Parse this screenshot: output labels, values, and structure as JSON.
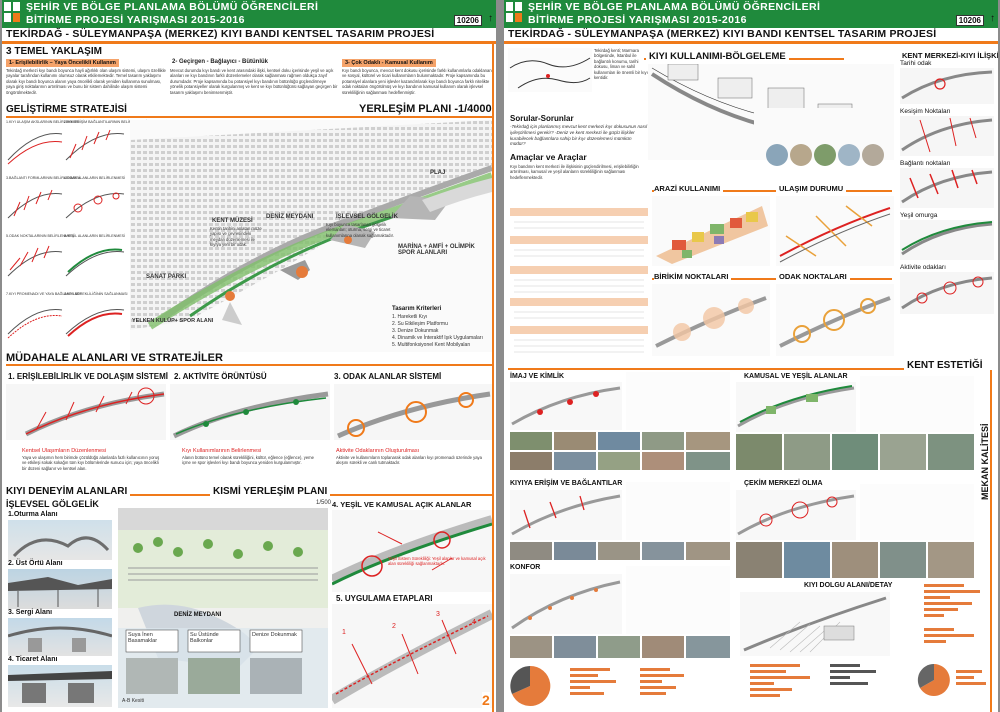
{
  "header": {
    "line1": "ŞEHİR VE BÖLGE PLANLAMA BÖLÜMÜ ÖĞRENCİLERİ",
    "line2": "BİTİRME PROJESİ YARIŞMASI 2015-2016",
    "sheet_no": "10206",
    "title": "TEKİRDAĞ - SÜLEYMANPAŞA (MERKEZ) KIYI BANDI KENTSEL TASARIM PROJESİ"
  },
  "left": {
    "approach_title": "3 TEMEL YAKLAŞIM",
    "approaches": [
      {
        "label": "1- Erişilebilirlik – Yaya Öncelikli Kullanım",
        "text": "Tekirdağ merkezi kıyı bandı boyunca hayli ağırlıklı olan ulaşım sistemi, ulaşım özellikle yayalar tarafından kullanımı olumsuz olarak etkilemektedir. Temel tasarım yaklaşımı olarak kıyı bandı boyunca alanın yaya öncelikli olarak yeniden kullanıma sunulması, yaya giriş noktalarının artırılması ve bunu bir sistem dahilinde ulaşım sistemi öngörülmektedir."
      },
      {
        "label": "2- Geçirgen - Bağlayıcı - Bütünlük",
        "text": "Mevcut durumda kıyı bandı ve kent arasındaki ilişki, kentsel doku içerisinde yeşil ve açık alanları ve kıyı bandının farklı düzenlemeler olarak sağlanması rağmen oldukça zayıf durumdadır. Proje kapsamında bu potansiyel kıyı bandının bütünlüğü güçlendirmeye yönelik potansiyeller olarak kurgulanmış ve kent ve kıyı bütünlüğünü sağlayan geçirgen bir tasarım yaklaşımı benimsenmiştir."
      },
      {
        "label": "3- Çok Odaklı - Kamusal Kullanım",
        "text": "Kıyı bandı boyunca, mevcut kent dokusu içerisinde farklı kullanımlarla odaklanan ve sosyal, kültürel ve ticari kullanımların bulunmaktadır. Proje kapsamında bu potansiyel alanlara yeni işlevler kazandırılarak kıyı bandı boyunca farklı nitelikte odak noktaları öngörülmüş ve kıyı bandının kamusal kullanım olarak işlevsel sürekliliğinin sağlanması hedeflenmiştir."
      }
    ],
    "strategy_title": "GELİŞTİRME STRATEJİSİ",
    "strategy_labels": [
      "1.KIYI ULAŞIM AKSLARININ BELİRLENMESİ",
      "2.KIYI ERİŞİM BAĞLANTILARININ BELİRLENMESİ",
      "3.BAĞLANTI FORMLARININ BELİRLENMESİ",
      "4.ODAK ALANLARIN BELİRLENMESİ",
      "5.ODAK NOKTALARININ BELİRLENMESİ",
      "6.YEŞİL ALANLARIN BELİRLENMESİ",
      "7.KIYI PROMENADI VE YAYA BAĞLANTILARI",
      "8.KIYI SÜREKLİLİĞİNİN SAĞLANMASI"
    ],
    "plan_title": "YERLEŞİM PLANI -1/4000",
    "plan_labels": {
      "plaj": "PLAJ",
      "islevsel": "İŞLEVSEL GÖLGELİK",
      "marina": "MARİNA + AMFİ + OLİMPİK SPOR ALANLARI",
      "kent_muzesi": "KENT MÜZESİ",
      "deniz_meydani": "DENİZ MEYDANI",
      "sanat_parki": "SANAT PARKI",
      "yelken": "YELKEN KULÜP+ SPOR ALANI"
    },
    "criteria_title": "Tasarım Kriterleri",
    "criteria": [
      "1. Hareketli Kıyı",
      "2. Su Etkileşim Platformu",
      "3. Denize Dokunmak",
      "4. Dinamik ve İnteraktif Işık Uygulamaları",
      "5. Multifonksiyonel Kent Mobilyaları"
    ],
    "mudahale_title": "MÜDAHALE ALANLARI VE STRATEJİLER",
    "strategies": [
      "1. ERİŞİLEBİLİRLİK VE DOLAŞIM SİSTEMİ",
      "2. AKTİVİTE ÖRÜNTÜSÜ",
      "3. ODAK ALANLAR SİSTEMİ"
    ],
    "strategy_notes": [
      "Kentsel Ulaşımların Düzenlenmesi",
      "Kıyı Kullanımlarının Belirlenmesi",
      "Aktivite Odaklarının Oluşturulması"
    ],
    "deneyim_title": "KIYI DENEYİM ALANLARI",
    "islevsel_title": "İŞLEVSEL GÖLGELİK",
    "deneyim_items": [
      "1.Oturma Alanı",
      "2. Üst Örtü Alanı",
      "3. Sergi Alanı",
      "4. Ticaret Alanı"
    ],
    "kismi_title": "KISMİ YERLEŞİM PLANI",
    "kismi_scale": "1/500",
    "kismi_labels": [
      "DENİZ MEYDANI",
      "Suya İnen Basamaklar",
      "Su Üstünde Balkonlar",
      "Denize Dokunmak",
      "A-B Kesiti"
    ],
    "yesil_title": "4. YEŞİL VE KAMUSAL AÇIK ALANLAR",
    "uygulama_title": "5. UYGULAMA ETAPLARI",
    "page_no": "2"
  },
  "right": {
    "sorular_title": "Sorular-Sorunlar",
    "sorular_text": "-Tekirdağ için planlanmış mevcut kent merkezi kıyı dokusunun nasıl iyileştirilmesi gerekir? -Deniz ve kent merkezi ile güçlü ilişkiler kurabilecek bağlantılara sahip bir kıyı düzenlemesi mümkün müdür?",
    "amaclar_title": "Amaçlar ve Araçlar",
    "kiyi_title": "KIYI KULLANIMI-BÖLGELEME",
    "kent_merkezi_title": "KENT MERKEZİ-KIYI İLİŞKİSİ",
    "kent_merkezi_labels": [
      "Tarihi odak",
      "Kesişim Noktaları",
      "Bağlantı noktaları",
      "Yeşil omurga",
      "Aktivite odakları"
    ],
    "arazi_title": "ARAZİ KULLANIMI",
    "ulasim_title": "ULAŞIM DURUMU",
    "birikim_title": "BİRİKİM NOKTALARI",
    "odak_title": "ODAK NOKTALARI",
    "kent_estetigi_title": "KENT ESTETİĞİ",
    "imaj_title": "İMAJ VE KİMLİK",
    "kamusal_title": "KAMUSAL VE YEŞİL ALANLAR",
    "kiyiya_title": "KIYIYA ERİŞİM VE BAĞLANTILAR",
    "cekim_title": "ÇEKİM MERKEZİ OLMA",
    "konfor_title": "KONFOR",
    "dolgu_title": "KIYI DOLGU ALANI/DETAY",
    "mekan_title": "MEKAN KALİTESİ"
  }
}
